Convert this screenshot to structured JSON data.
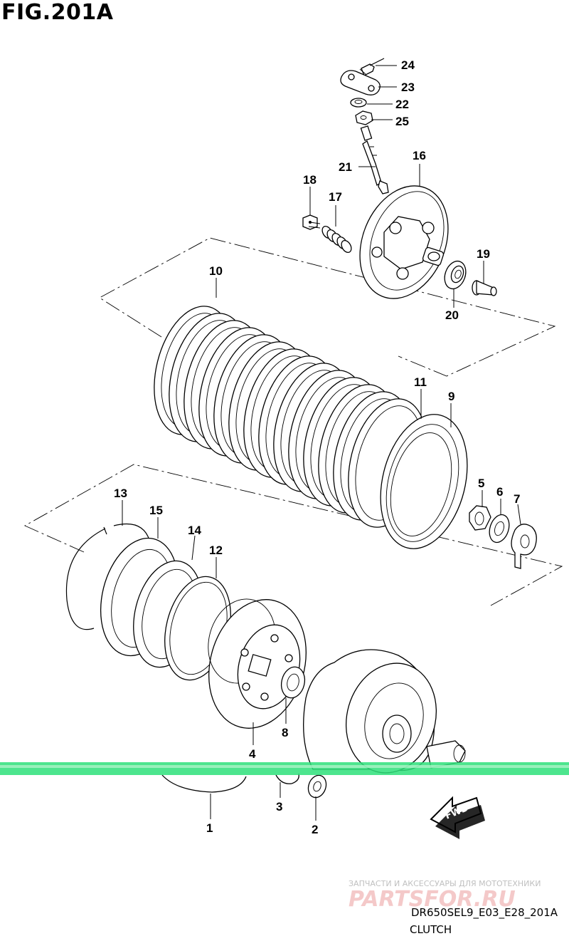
{
  "figure_title": "FIG.201A",
  "part_code": "DR650SEL9_E03_E28_201A",
  "caption": "CLUTCH",
  "fwd_label": "FWD",
  "watermark": {
    "tagline": "ЗАПЧАСТИ И АКСЕССУАРЫ ДЛЯ МОТОТЕХНИКИ",
    "brand": "PARTSFOR.RU"
  },
  "scan_artifact_color": "#2ee07a",
  "callouts": {
    "n1": "1",
    "n2": "2",
    "n3": "3",
    "n4": "4",
    "n5": "5",
    "n6": "6",
    "n7": "7",
    "n8": "8",
    "n9": "9",
    "n10": "10",
    "n11": "11",
    "n12": "12",
    "n13": "13",
    "n14": "14",
    "n15": "15",
    "n16": "16",
    "n17": "17",
    "n18": "18",
    "n19": "19",
    "n20": "20",
    "n21": "21",
    "n22": "22",
    "n23": "23",
    "n24": "24",
    "n25": "25"
  }
}
